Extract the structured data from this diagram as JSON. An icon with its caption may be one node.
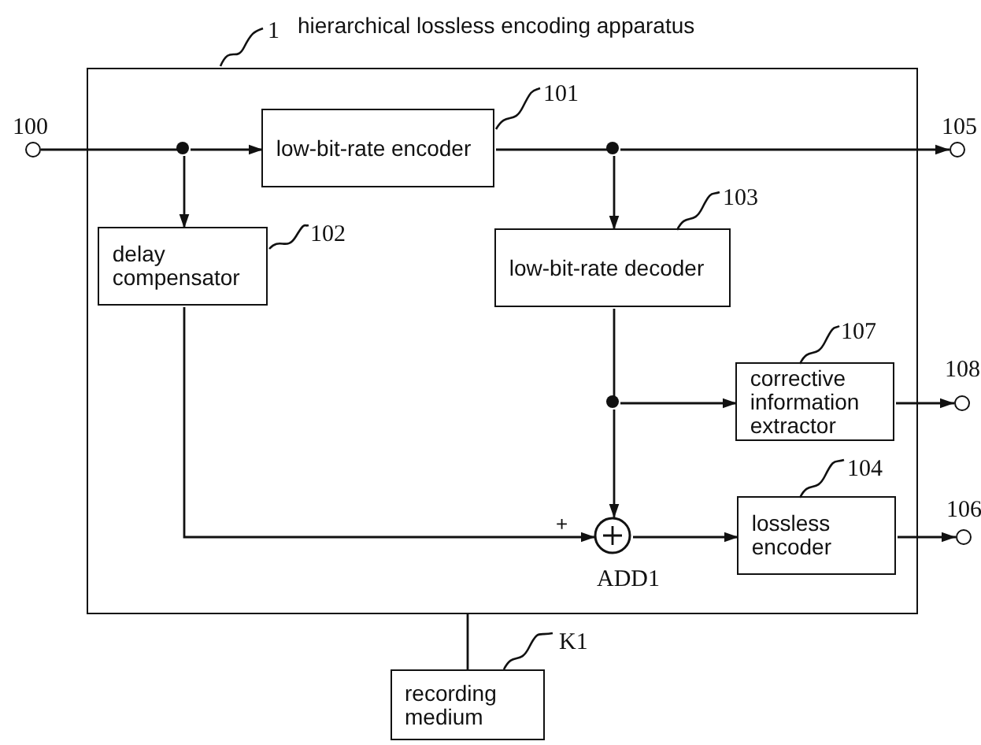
{
  "diagram": {
    "nodes": [
      {
        "text": [
          "hierarchical lossless encoding apparatus"
        ],
        "beside": [
          "1"
        ]
      },
      {
        "text": [],
        "shape": "circle",
        "beside": [
          "100"
        ]
      },
      {
        "text": [],
        "shape": "dot",
        "in": 0
      },
      {
        "text": [
          "low-bit-rate encoder"
        ],
        "in": 0,
        "beside": [
          "101"
        ]
      },
      {
        "text": [],
        "shape": "dot",
        "in": 0
      },
      {
        "text": [],
        "shape": "circle",
        "beside": [
          "105"
        ]
      },
      {
        "text": [
          "delay compensator"
        ],
        "in": 0,
        "beside": [
          "102"
        ]
      },
      {
        "text": [
          "low-bit-rate decoder"
        ],
        "in": 0,
        "beside": [
          "103"
        ]
      },
      {
        "text": [],
        "shape": "dot",
        "in": 0
      },
      {
        "text": [
          "corrective information extractor"
        ],
        "in": 0,
        "beside": [
          "107"
        ]
      },
      {
        "text": [],
        "shape": "circle",
        "beside": [
          "108"
        ]
      },
      {
        "text": [],
        "shape": "circle",
        "in": 0,
        "beside": [
          "ADD1"
        ]
      },
      {
        "text": [
          "lossless encoder"
        ],
        "in": 0,
        "beside": [
          "104"
        ]
      },
      {
        "text": [],
        "shape": "circle",
        "beside": [
          "106"
        ]
      },
      {
        "text": [
          "recording medium"
        ],
        "beside": [
          "K1"
        ]
      }
    ],
    "edges": [
      {
        "from": 1,
        "to": 2,
        "arrow": "none"
      },
      {
        "from": 2,
        "to": 3,
        "arrow": "to"
      },
      {
        "from": 2,
        "to": 6,
        "arrow": "to"
      },
      {
        "from": 3,
        "to": 4,
        "arrow": "none"
      },
      {
        "from": 4,
        "to": 5,
        "arrow": "to"
      },
      {
        "from": 4,
        "to": 7,
        "arrow": "to"
      },
      {
        "from": 7,
        "to": 8,
        "arrow": "none"
      },
      {
        "from": 8,
        "to": 9,
        "arrow": "to"
      },
      {
        "from": 8,
        "to": 11,
        "arrow": "to"
      },
      {
        "from": 6,
        "to": 11,
        "arrow": "to",
        "label": "+"
      },
      {
        "from": 11,
        "to": 12,
        "arrow": "to"
      },
      {
        "from": 12,
        "to": 13,
        "arrow": "to"
      },
      {
        "from": 9,
        "to": 10,
        "arrow": "to"
      },
      {
        "from": 0,
        "to": 14,
        "arrow": "none"
      }
    ]
  }
}
